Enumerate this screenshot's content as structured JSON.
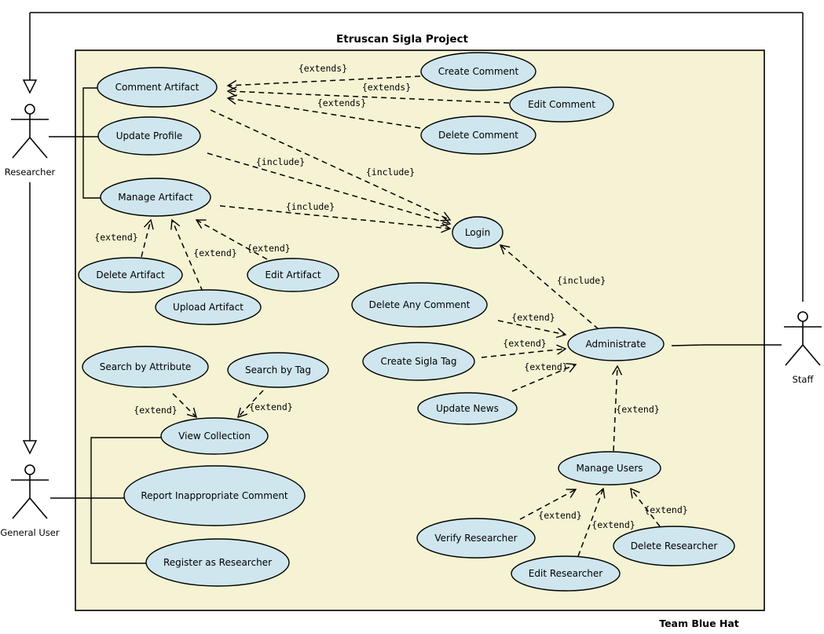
{
  "title": "Etruscan Sigla Project",
  "footer": "Team Blue Hat",
  "colors": {
    "boundary_fill": "#f5f3d3",
    "usecase_fill": "#cfe6ee",
    "stroke": "#000000"
  },
  "actors": {
    "researcher": "Researcher",
    "general_user": "General User",
    "staff": "Staff"
  },
  "usecases": {
    "comment_artifact": "Comment Artifact",
    "update_profile": "Update Profile",
    "manage_artifact": "Manage Artifact",
    "create_comment": "Create Comment",
    "edit_comment": "Edit Comment",
    "delete_comment": "Delete Comment",
    "login": "Login",
    "delete_artifact": "Delete Artifact",
    "upload_artifact": "Upload Artifact",
    "edit_artifact": "Edit Artifact",
    "delete_any_comment": "Delete Any Comment",
    "create_sigla_tag": "Create Sigla Tag",
    "update_news": "Update News",
    "administrate": "Administrate",
    "search_by_attribute": "Search by Attribute",
    "search_by_tag": "Search by Tag",
    "view_collection": "View Collection",
    "report_comment": "Report Inappropriate Comment",
    "register_researcher": "Register as Researcher",
    "manage_users": "Manage Users",
    "verify_researcher": "Verify Researcher",
    "edit_researcher": "Edit Researcher",
    "delete_researcher": "Delete Researcher"
  },
  "relations": {
    "extends_create": "{extends}",
    "extends_edit": "{extends}",
    "extends_delete": "{extends}",
    "include_comment": "{include}",
    "include_profile": "{include}",
    "include_manage": "{include}",
    "include_admin": "{include}",
    "extend_delete_artifact": "{extend}",
    "extend_upload_artifact": "{extend}",
    "extend_edit_artifact": "{extend}",
    "extend_delete_any": "{extend}",
    "extend_sigla": "{extend}",
    "extend_news": "{extend}",
    "extend_manage_users": "{extend}",
    "extend_search_attr": "{extend}",
    "extend_search_tag": "{extend}",
    "extend_verify": "{extend}",
    "extend_edit_res": "{extend}",
    "extend_delete_res": "{extend}"
  }
}
